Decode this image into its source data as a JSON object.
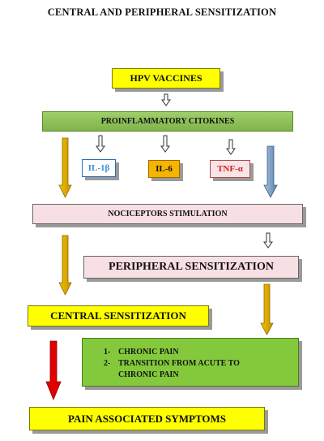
{
  "title": "CENTRAL AND PERIPHERAL SENSITIZATION",
  "nodes": {
    "hpv": "HPV VACCINES",
    "cytokines": "PROINFLAMMATORY CITOKINES",
    "il1b": "IL-1β",
    "il6": "IL-6",
    "tnf": "TNF-α",
    "nociceptors": "NOCICEPTORS STIMULATION",
    "peripheral": "PERIPHERAL SENSITIZATION",
    "central": "CENTRAL SENSITIZATION",
    "pain": "PAIN ASSOCIATED SYMPTOMS"
  },
  "outcomes": [
    {
      "num": "1-",
      "text": "CHRONIC PAIN"
    },
    {
      "num": "2-",
      "text": "TRANSITION FROM ACUTE TO CHRONIC PAIN"
    }
  ],
  "colors": {
    "yellow": "#ffff00",
    "green": "#84c93c",
    "pink": "#f8dfe3",
    "arrow_gold": "#d9a400",
    "arrow_blue": "#6f8fb5",
    "arrow_red": "#dd0000"
  }
}
